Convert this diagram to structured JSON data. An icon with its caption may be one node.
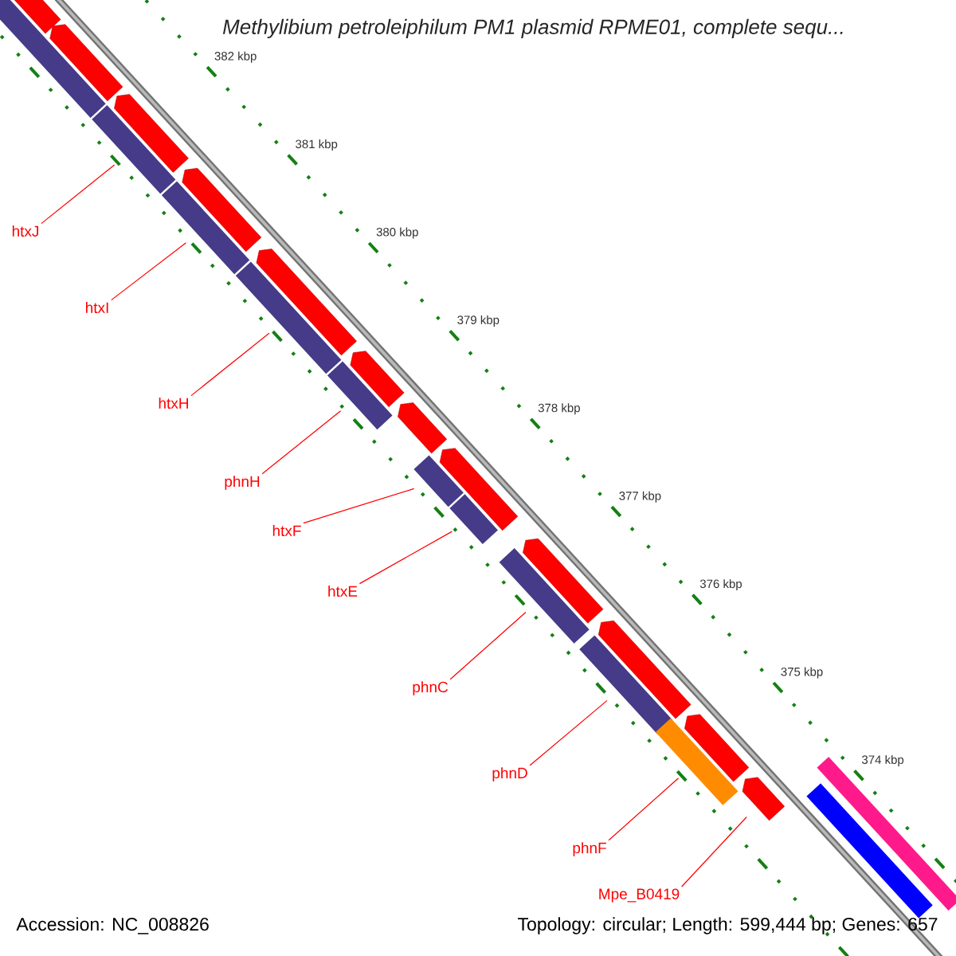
{
  "diagram": {
    "title": "Methylibium petroleiphilum PM1 plasmid RPME01, complete sequ...",
    "nodes": [
      {
        "text": [
          "htxJ"
        ]
      },
      {
        "text": [
          "htxI"
        ]
      },
      {
        "text": [
          "htxH"
        ]
      },
      {
        "text": [
          "phnH"
        ]
      },
      {
        "text": [
          "htxF"
        ]
      },
      {
        "text": [
          "htxE"
        ]
      },
      {
        "text": [
          "phnC"
        ]
      },
      {
        "text": [
          "phnD"
        ]
      },
      {
        "text": [
          "phnF"
        ]
      },
      {
        "text": [
          "Mpe_B0419"
        ]
      },
      {
        "text": [],
        "shape": "bar"
      },
      {
        "text": [],
        "shape": "bar"
      },
      {
        "text": [],
        "shape": "bar"
      },
      {
        "text": [],
        "shape": "bar"
      },
      {
        "text": [],
        "shape": "bar"
      },
      {
        "text": [],
        "shape": "bar"
      },
      {
        "text": [],
        "shape": "bar"
      },
      {
        "text": [],
        "shape": "bar"
      },
      {
        "text": [],
        "shape": "bar"
      },
      {
        "text": [],
        "shape": "arrow"
      },
      {
        "text": [],
        "shape": "bar"
      },
      {
        "text": [],
        "shape": "arrow"
      },
      {
        "text": [],
        "shape": "arrow"
      },
      {
        "text": [],
        "shape": "arrow"
      },
      {
        "text": [],
        "shape": "arrow"
      },
      {
        "text": [],
        "shape": "arrow"
      },
      {
        "text": [],
        "shape": "arrow"
      },
      {
        "text": [],
        "shape": "arrow"
      },
      {
        "text": [],
        "shape": "arrow"
      },
      {
        "text": [],
        "shape": "arrow"
      },
      {
        "text": [],
        "shape": "arrow"
      },
      {
        "text": [],
        "shape": "arrow"
      },
      {
        "text": [],
        "shape": "bar"
      },
      {
        "text": [],
        "shape": "bar"
      }
    ],
    "edges": [
      {
        "from": 0,
        "to": 10,
        "arrow": "none"
      },
      {
        "from": 1,
        "to": 11,
        "arrow": "none"
      },
      {
        "from": 2,
        "to": 12,
        "arrow": "none"
      },
      {
        "from": 3,
        "to": 13,
        "arrow": "none"
      },
      {
        "from": 4,
        "to": 14,
        "arrow": "none"
      },
      {
        "from": 5,
        "to": 15,
        "arrow": "none"
      },
      {
        "from": 6,
        "to": 16,
        "arrow": "none"
      },
      {
        "from": 7,
        "to": 17,
        "arrow": "none"
      },
      {
        "from": 8,
        "to": 18,
        "arrow": "none"
      },
      {
        "from": 9,
        "to": 19,
        "arrow": "none"
      }
    ],
    "labels": [
      "382 kbp",
      "381 kbp",
      "380 kbp",
      "379 kbp",
      "378 kbp",
      "377 kbp",
      "376 kbp",
      "375 kbp",
      "374 kbp",
      "Accession: NC_008826",
      "Topology: circular; Length: 599,444 bp; Genes: 657"
    ]
  }
}
